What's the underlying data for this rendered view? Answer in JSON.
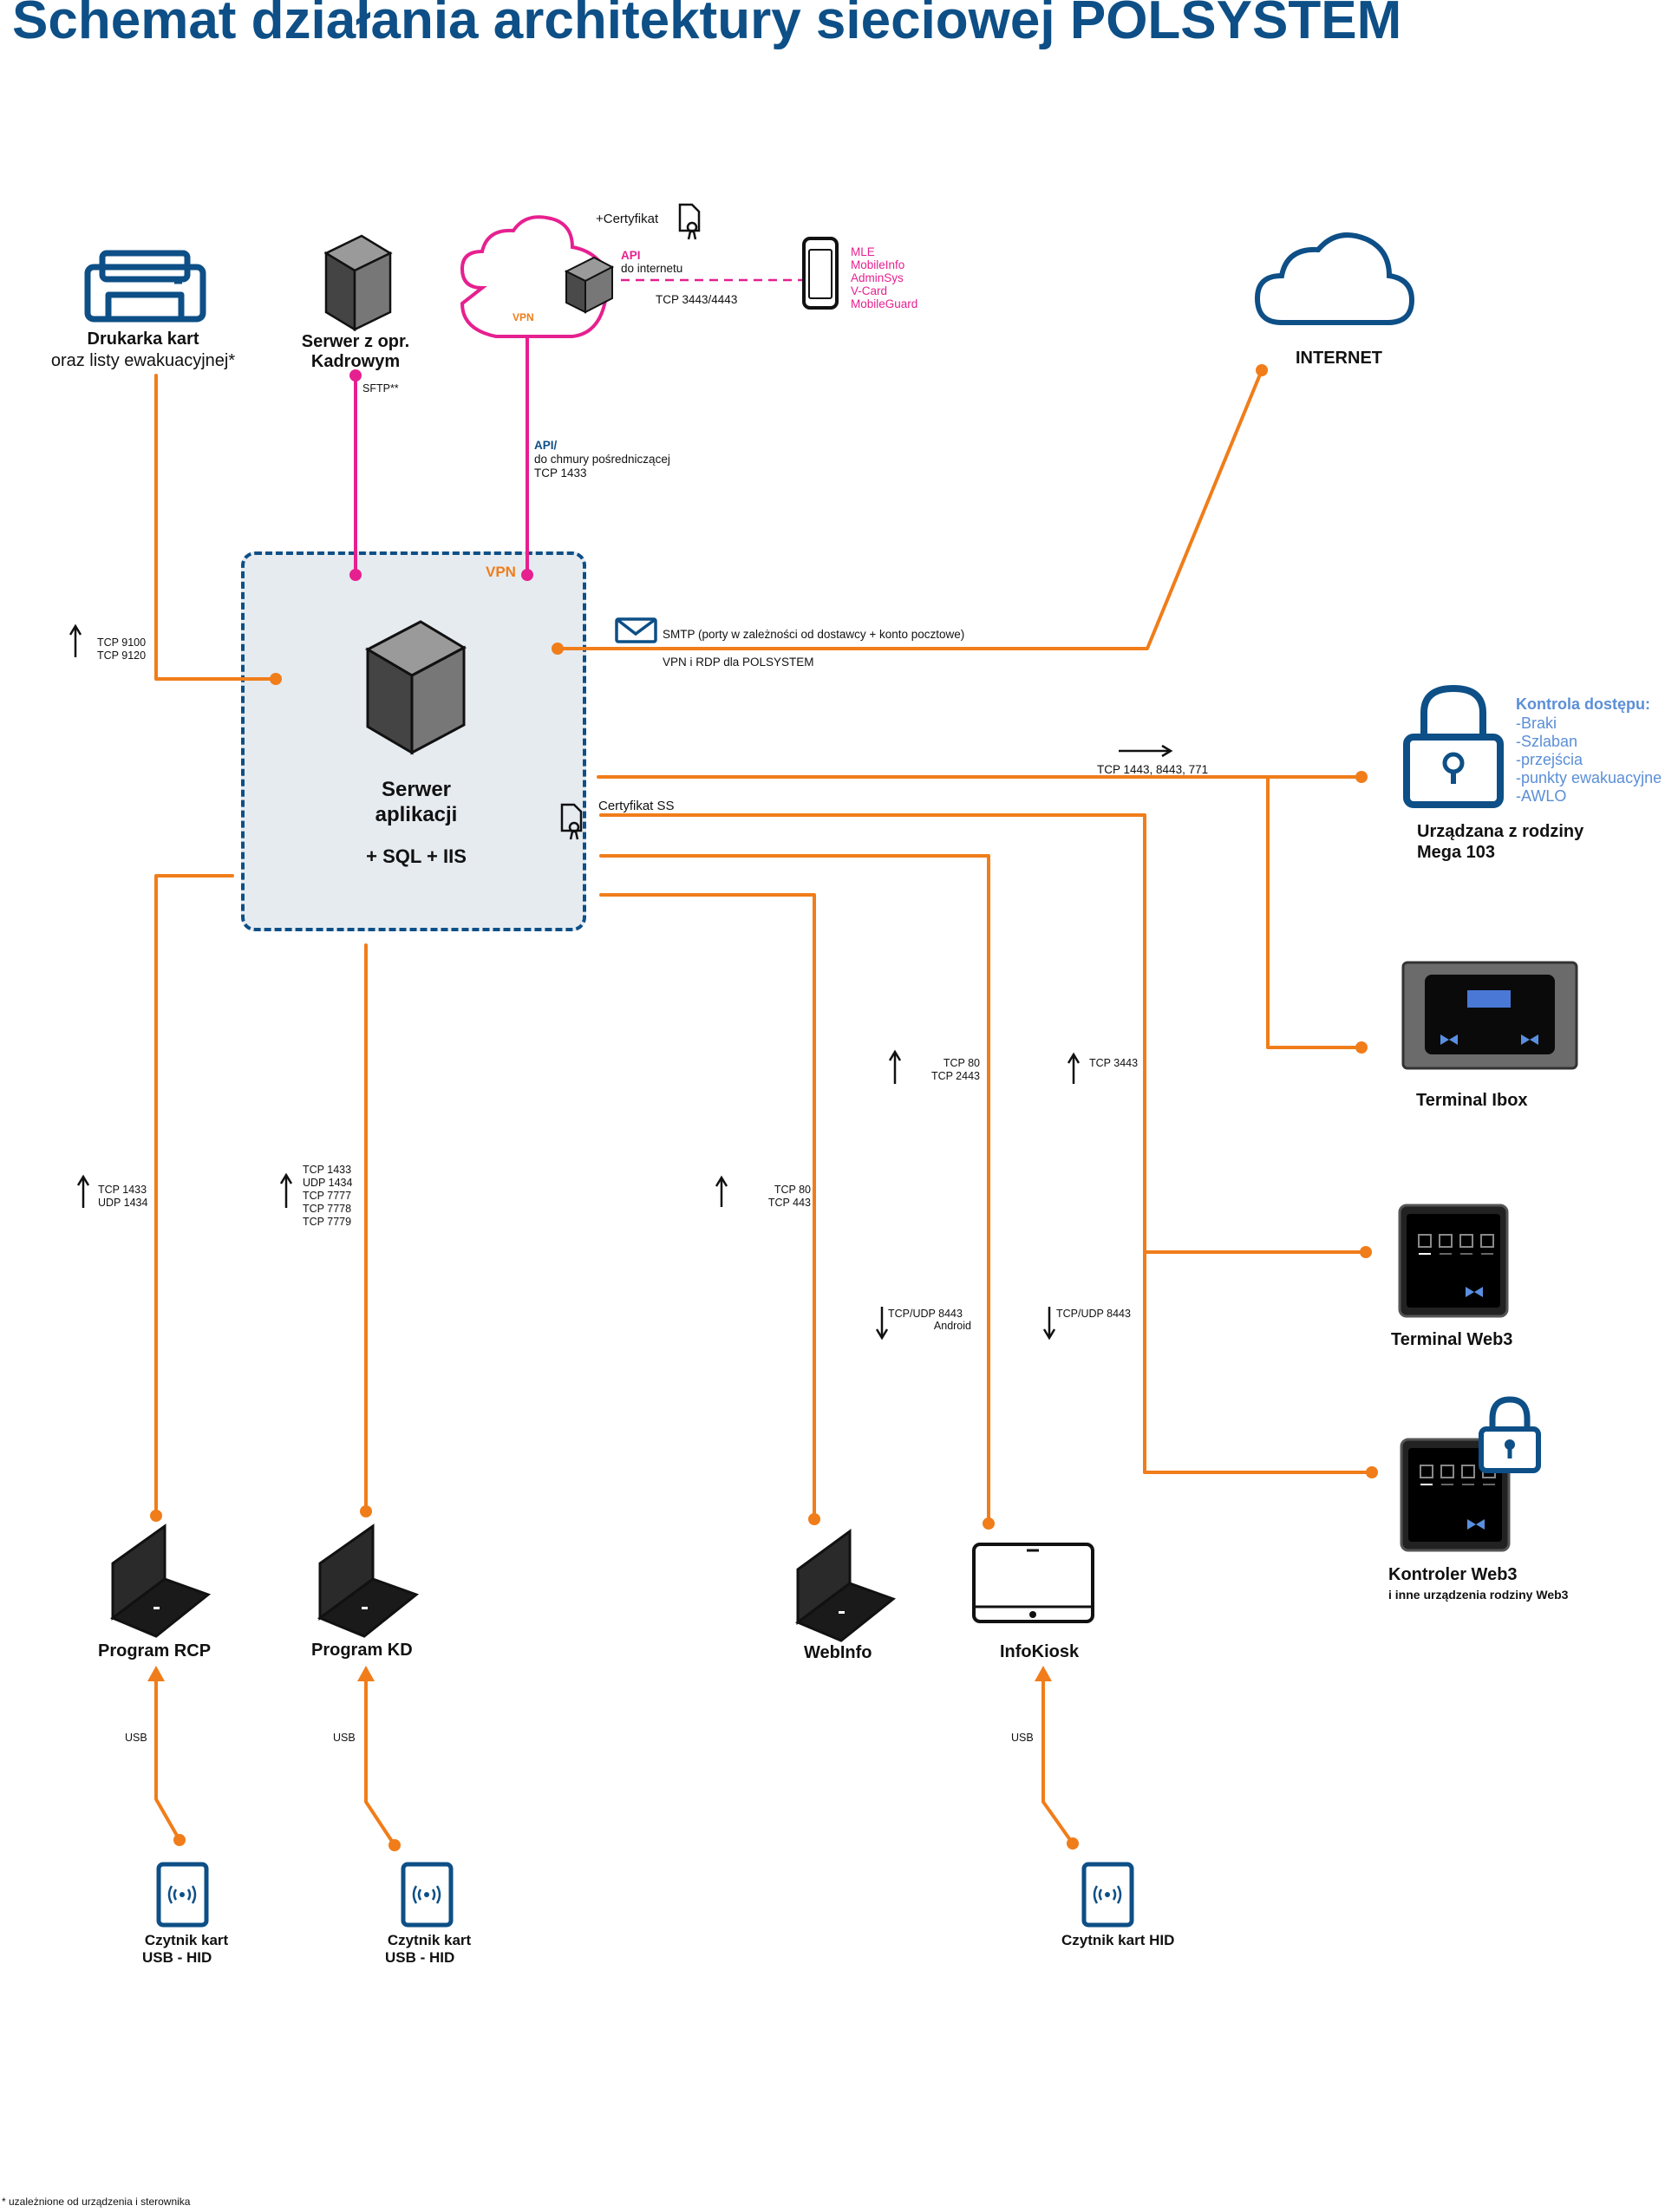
{
  "title": "Schemat działania architektury sieciowej  POLSYSTEM",
  "colors": {
    "title": "#0d4f86",
    "link": "#f07d1a",
    "vpn_link": "#e6208f",
    "icon": "#0d4f86",
    "access_text": "#5b8fd6"
  },
  "nodes": {
    "printer": {
      "label": "Drukarka kart",
      "sublabel": "oraz listy ewakuacyjnej*",
      "icon": "printer-icon"
    },
    "hr_server": {
      "label": "Serwer z opr.",
      "label2": "Kadrowym",
      "protocol": "SFTP**",
      "icon": "server-tower-icon"
    },
    "cloud_vpn": {
      "label": "VPN",
      "api": "API",
      "api_text": "do internetu",
      "tcp": "TCP 3443/4443",
      "cert": "+Certyfikat",
      "icon": "cloud-icon"
    },
    "mobile": {
      "apps": [
        "MLE",
        "MobileInfo",
        "AdminSys",
        "V-Card",
        "MobileGuard"
      ],
      "icon": "smartphone-icon"
    },
    "internet": {
      "label": "INTERNET",
      "icon": "cloud-icon"
    },
    "app_server": {
      "label1": "Serwer",
      "label2": "aplikacji",
      "label3": "+ SQL + IIS",
      "vpn": "VPN",
      "cert": "Certyfikat SS",
      "icon": "server-tower-icon"
    },
    "mega103": {
      "label1": "Urządzana z rodziny",
      "label2": "Mega 103",
      "icon": "padlock-icon",
      "access_title": "Kontrola dostępu:",
      "access_items": [
        "-Braki",
        "-Szlaban",
        "-przejścia",
        "-punkty ewakuacyjne",
        "-AWLO"
      ]
    },
    "ibox": {
      "label": "Terminal Ibox",
      "icon": "terminal-icon"
    },
    "web3": {
      "label": "Terminal Web3",
      "icon": "terminal-icon"
    },
    "controller": {
      "label": "Kontroler Web3",
      "sublabel": "i inne urządzenia rodziny Web3",
      "icon": "controller-icon"
    },
    "rcp": {
      "label": "Program RCP",
      "icon": "laptop-icon"
    },
    "kd": {
      "label": "Program KD",
      "icon": "laptop-icon"
    },
    "webinfo": {
      "label": "WebInfo",
      "icon": "laptop-icon"
    },
    "infokiosk": {
      "label": "InfoKiosk",
      "icon": "tablet-icon"
    },
    "reader1": {
      "label1": "Czytnik kart",
      "label2": "USB - HID",
      "usb": "USB",
      "icon": "card-reader-icon"
    },
    "reader2": {
      "label1": "Czytnik kart",
      "label2": "USB - HID",
      "usb": "USB",
      "icon": "card-reader-icon"
    },
    "reader3": {
      "label1": "Czytnik kart HID",
      "usb": "USB",
      "icon": "card-reader-icon"
    }
  },
  "ports": {
    "printer": [
      "TCP 9100",
      "TCP 9120"
    ],
    "cloud_api": {
      "title": "API/",
      "lines": [
        "do chmury pośredniczącej",
        "TCP 1433"
      ]
    },
    "smtp": "SMTP (porty w zależności od dostawcy + konto pocztowe)",
    "vpn_rdp": "VPN i RDP dla POLSYSTEM",
    "mega": "TCP  1443, 8443, 771",
    "rcp": [
      "TCP 1433",
      "UDP 1434"
    ],
    "kd": [
      "TCP 1433",
      "UDP 1434",
      "TCP 7777",
      "TCP 7778",
      "TCP 7779"
    ],
    "webinfo": [
      "TCP 80",
      "TCP 443"
    ],
    "infokiosk_up": [
      "TCP 80",
      "TCP 2443"
    ],
    "infokiosk_down": [
      "TCP/UDP 8443",
      "Android"
    ],
    "web3_up": [
      "TCP 3443"
    ],
    "web3_down": [
      "TCP/UDP 8443"
    ]
  },
  "footnote": "*  uzależnione od urządzenia i sterownika"
}
